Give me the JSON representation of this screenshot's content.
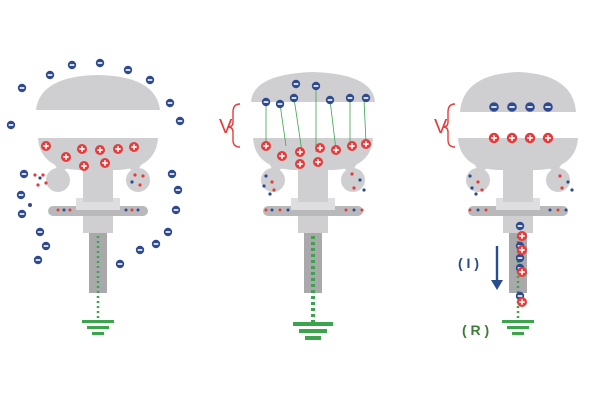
{
  "colors": {
    "device_grey": "#cfcfd1",
    "device_dark": "#b9b9bc",
    "stem_dark": "#a9a9ac",
    "positive_red": "#e63b3b",
    "negative_blue": "#2f4a8f",
    "ground_green": "#3aa54a",
    "arrow_blue": "#2a4b8c",
    "label_green": "#3f7a3a",
    "white": "#ffffff"
  },
  "labels": {
    "voltage_middle": "V",
    "voltage_right": "V",
    "current": "( I )",
    "resistance": "( R )"
  },
  "icons": {
    "positive": "plus-charge-icon",
    "negative": "minus-charge-icon",
    "ground": "ground-icon"
  }
}
